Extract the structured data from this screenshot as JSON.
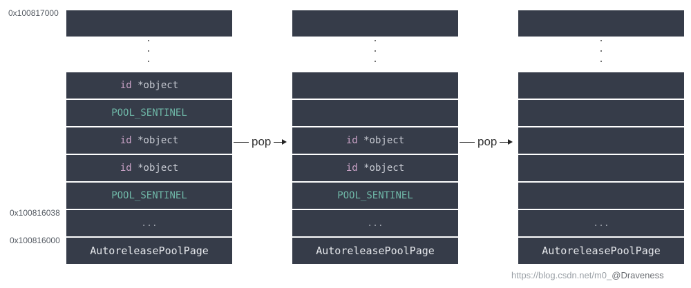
{
  "addresses": {
    "top": "0x100817000",
    "sentinel_addr": "0x100816038",
    "base_addr": "0x100816000"
  },
  "labels": {
    "object": "id *object",
    "object_kw": "id",
    "object_rest": " *object",
    "sentinel": "POOL_SENTINEL",
    "ellipsis": "...",
    "page": "AutoreleasePoolPage",
    "pop": "pop"
  },
  "columns": [
    {
      "rows": [
        "object",
        "sentinel",
        "object",
        "object",
        "sentinel",
        "ellipsis",
        "page"
      ]
    },
    {
      "rows": [
        "empty",
        "empty",
        "object",
        "object",
        "sentinel",
        "ellipsis",
        "page"
      ]
    },
    {
      "rows": [
        "empty",
        "empty",
        "empty",
        "empty",
        "empty",
        "ellipsis",
        "page"
      ]
    }
  ],
  "watermark": {
    "url": "https://blog.csdn.net/m0_",
    "author": "@Draveness"
  }
}
